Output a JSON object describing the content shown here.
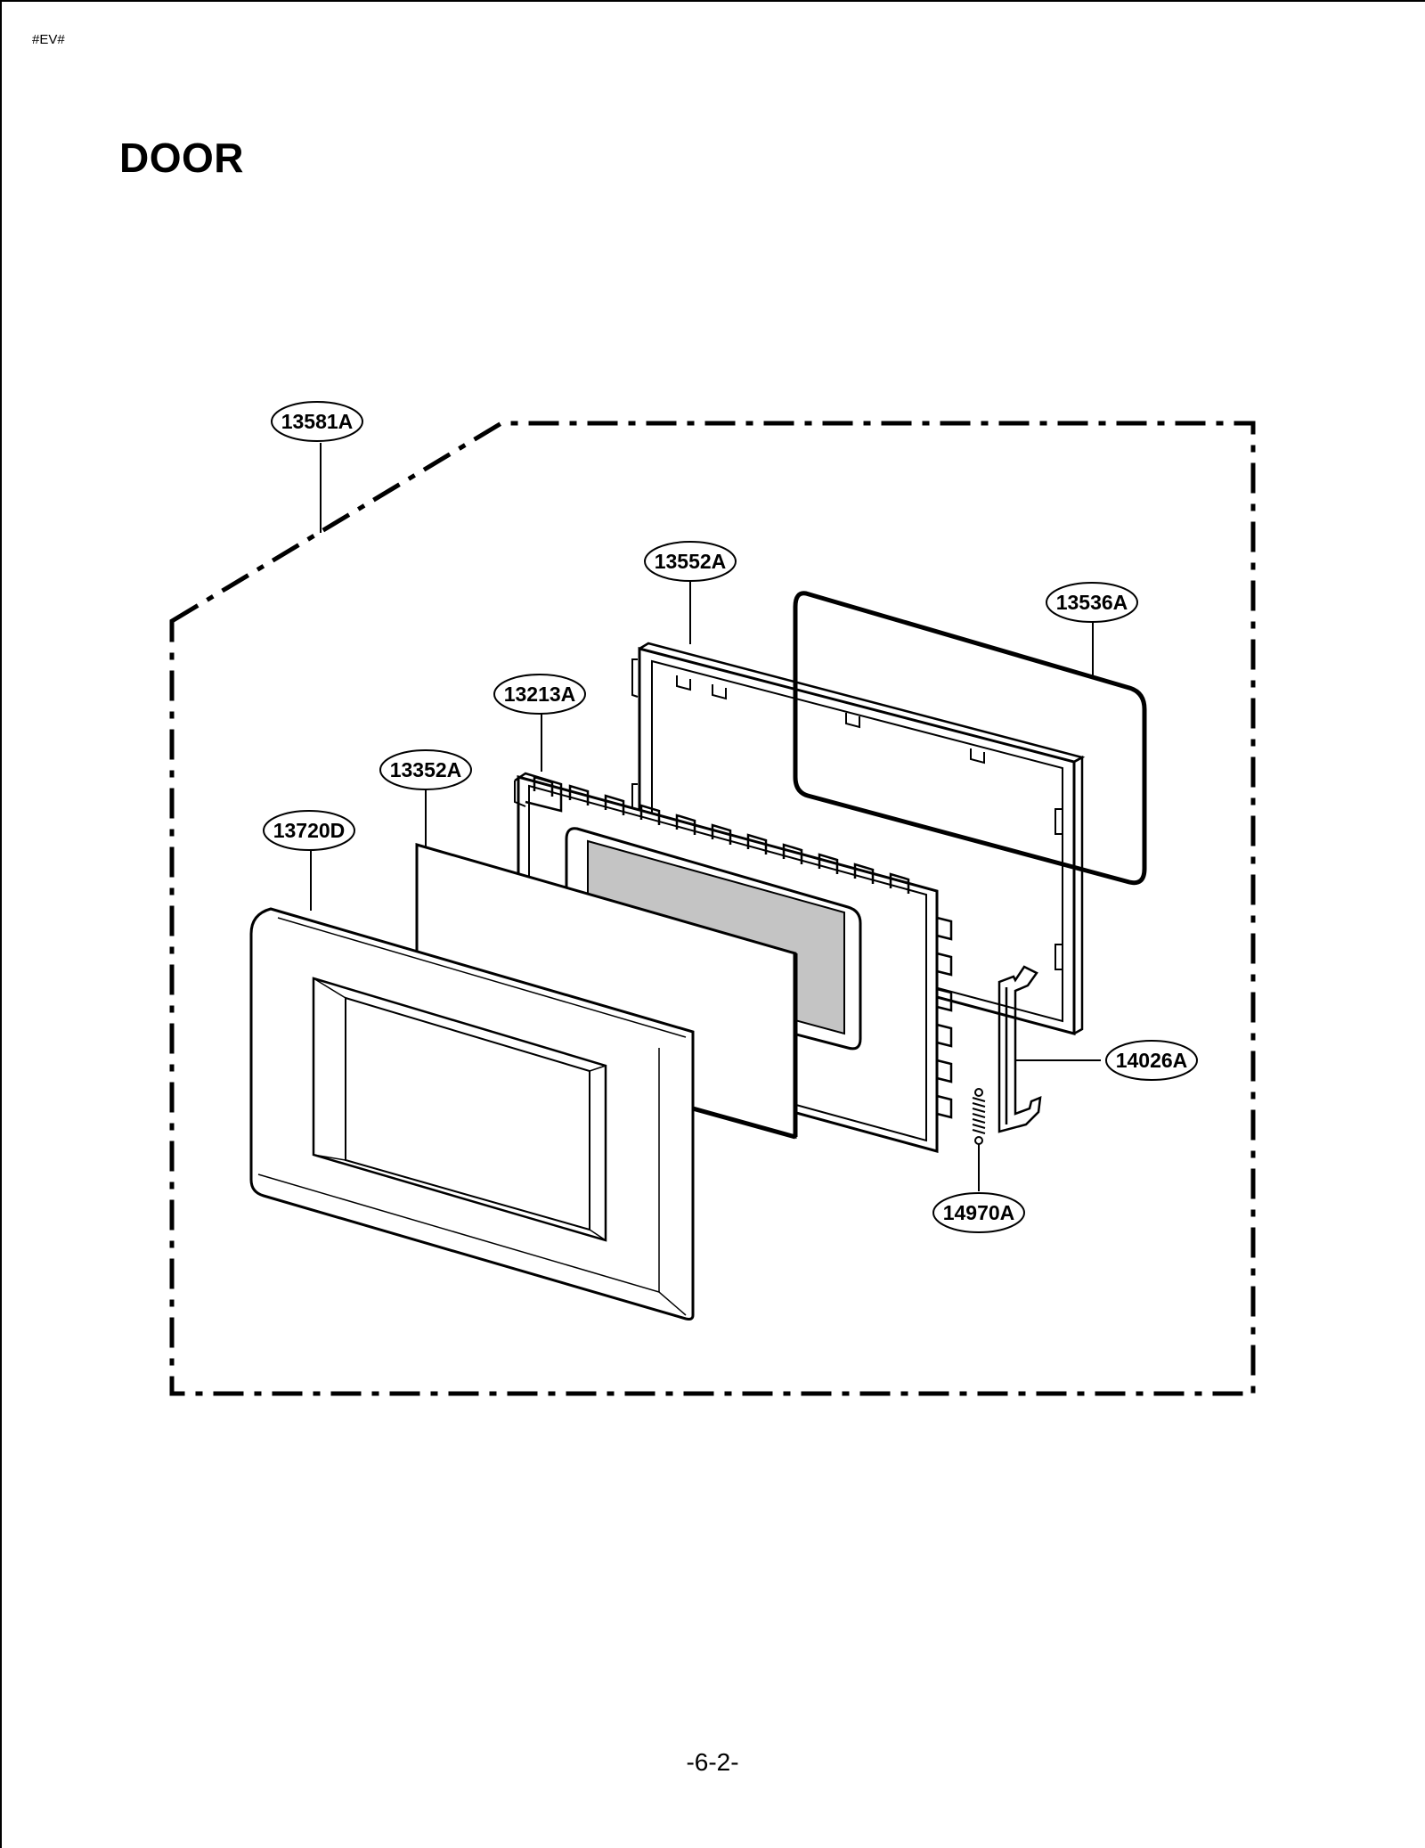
{
  "header": {
    "code": "#EV#",
    "title": "DOOR"
  },
  "footer": {
    "page_number": "-6-2-"
  },
  "parts": {
    "assembly": "13581A",
    "choke_cover": "13552A",
    "door_screen": "13536A",
    "door_frame": "13213A",
    "door_sheet": "13352A",
    "door_front": "13720D",
    "latch": "14026A",
    "spring": "14970A"
  }
}
